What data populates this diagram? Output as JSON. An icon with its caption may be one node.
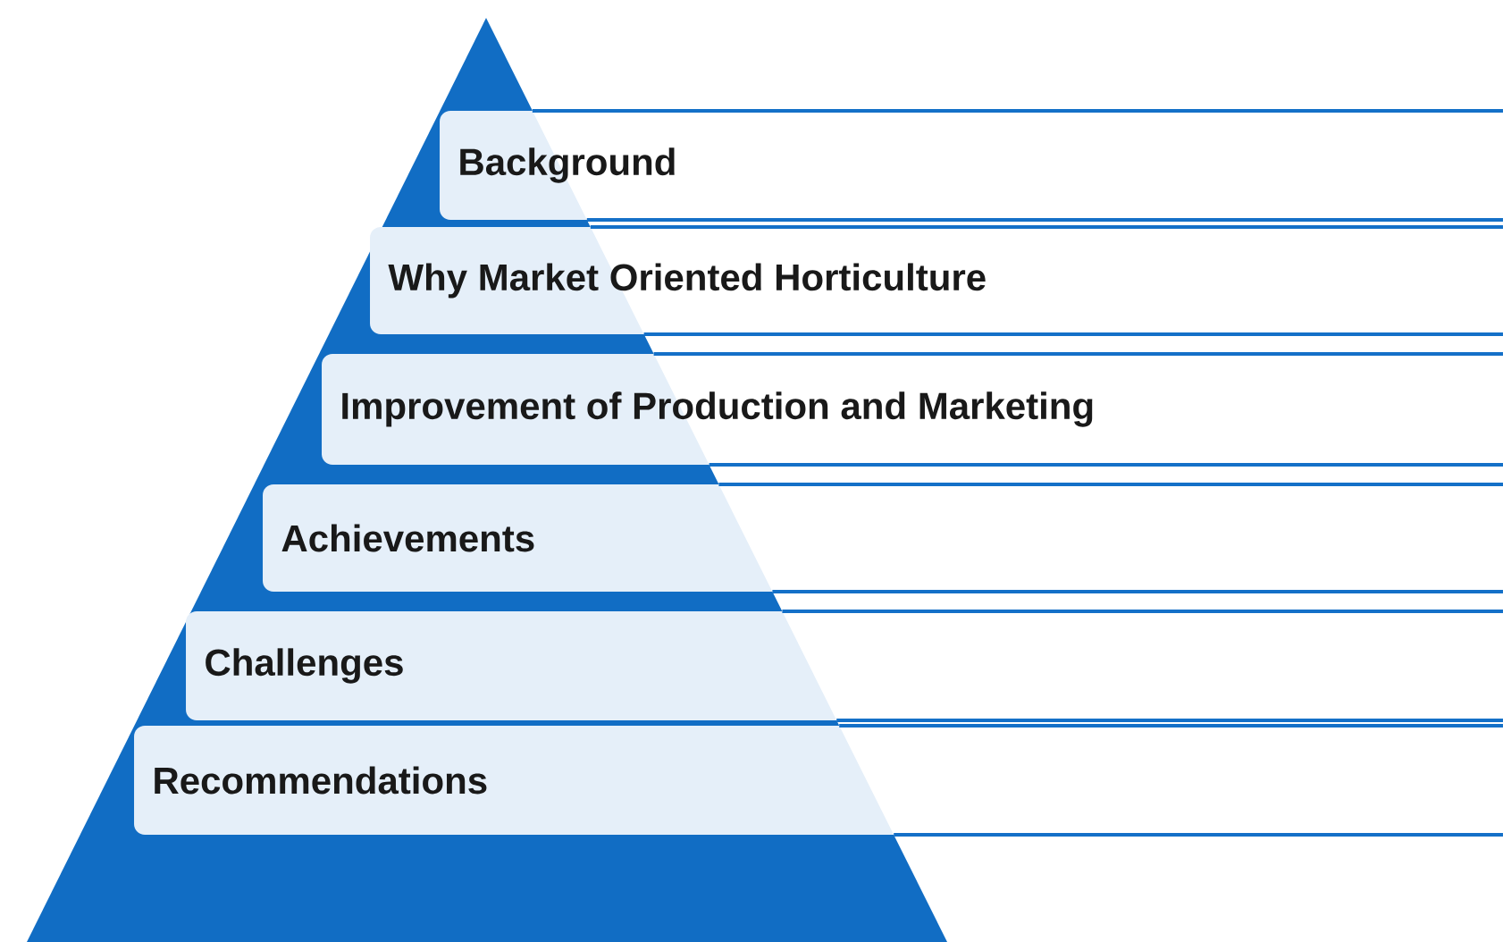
{
  "diagram": {
    "nodes": [
      {
        "text": [
          "Background"
        ]
      },
      {
        "text": [
          "Why Market Oriented Horticulture"
        ]
      },
      {
        "text": [
          "Improvement of Production and Marketing"
        ]
      },
      {
        "text": [
          "Achievements"
        ]
      },
      {
        "text": [
          "Challenges"
        ]
      },
      {
        "text": [
          "Recommendations"
        ]
      }
    ]
  }
}
